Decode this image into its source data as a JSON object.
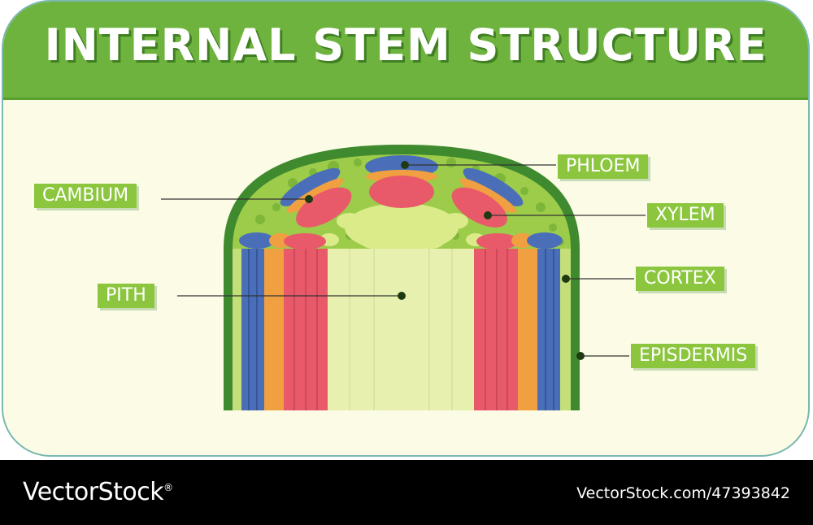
{
  "title": "INTERNAL STEM STRUCTURE",
  "labels": {
    "phloem": "PHLOEM",
    "cambium": "CAMBIUM",
    "xylem": "XYLEM",
    "cortex": "CORTEX",
    "pith": "PITH",
    "epidermis": "EPISDERMIS"
  },
  "footer": {
    "brand": "VectorStock",
    "registered": "®",
    "credit": "VectorStock.com/47393842"
  },
  "colors": {
    "header": "#6fb33f",
    "epidermis": "#3f8a2e",
    "cortex": "#9ccc4a",
    "phloem": "#4a6fb8",
    "cambium": "#f0a040",
    "xylem": "#e85a6a",
    "pith": "#e8f0b0",
    "label": "#8cc63f"
  }
}
